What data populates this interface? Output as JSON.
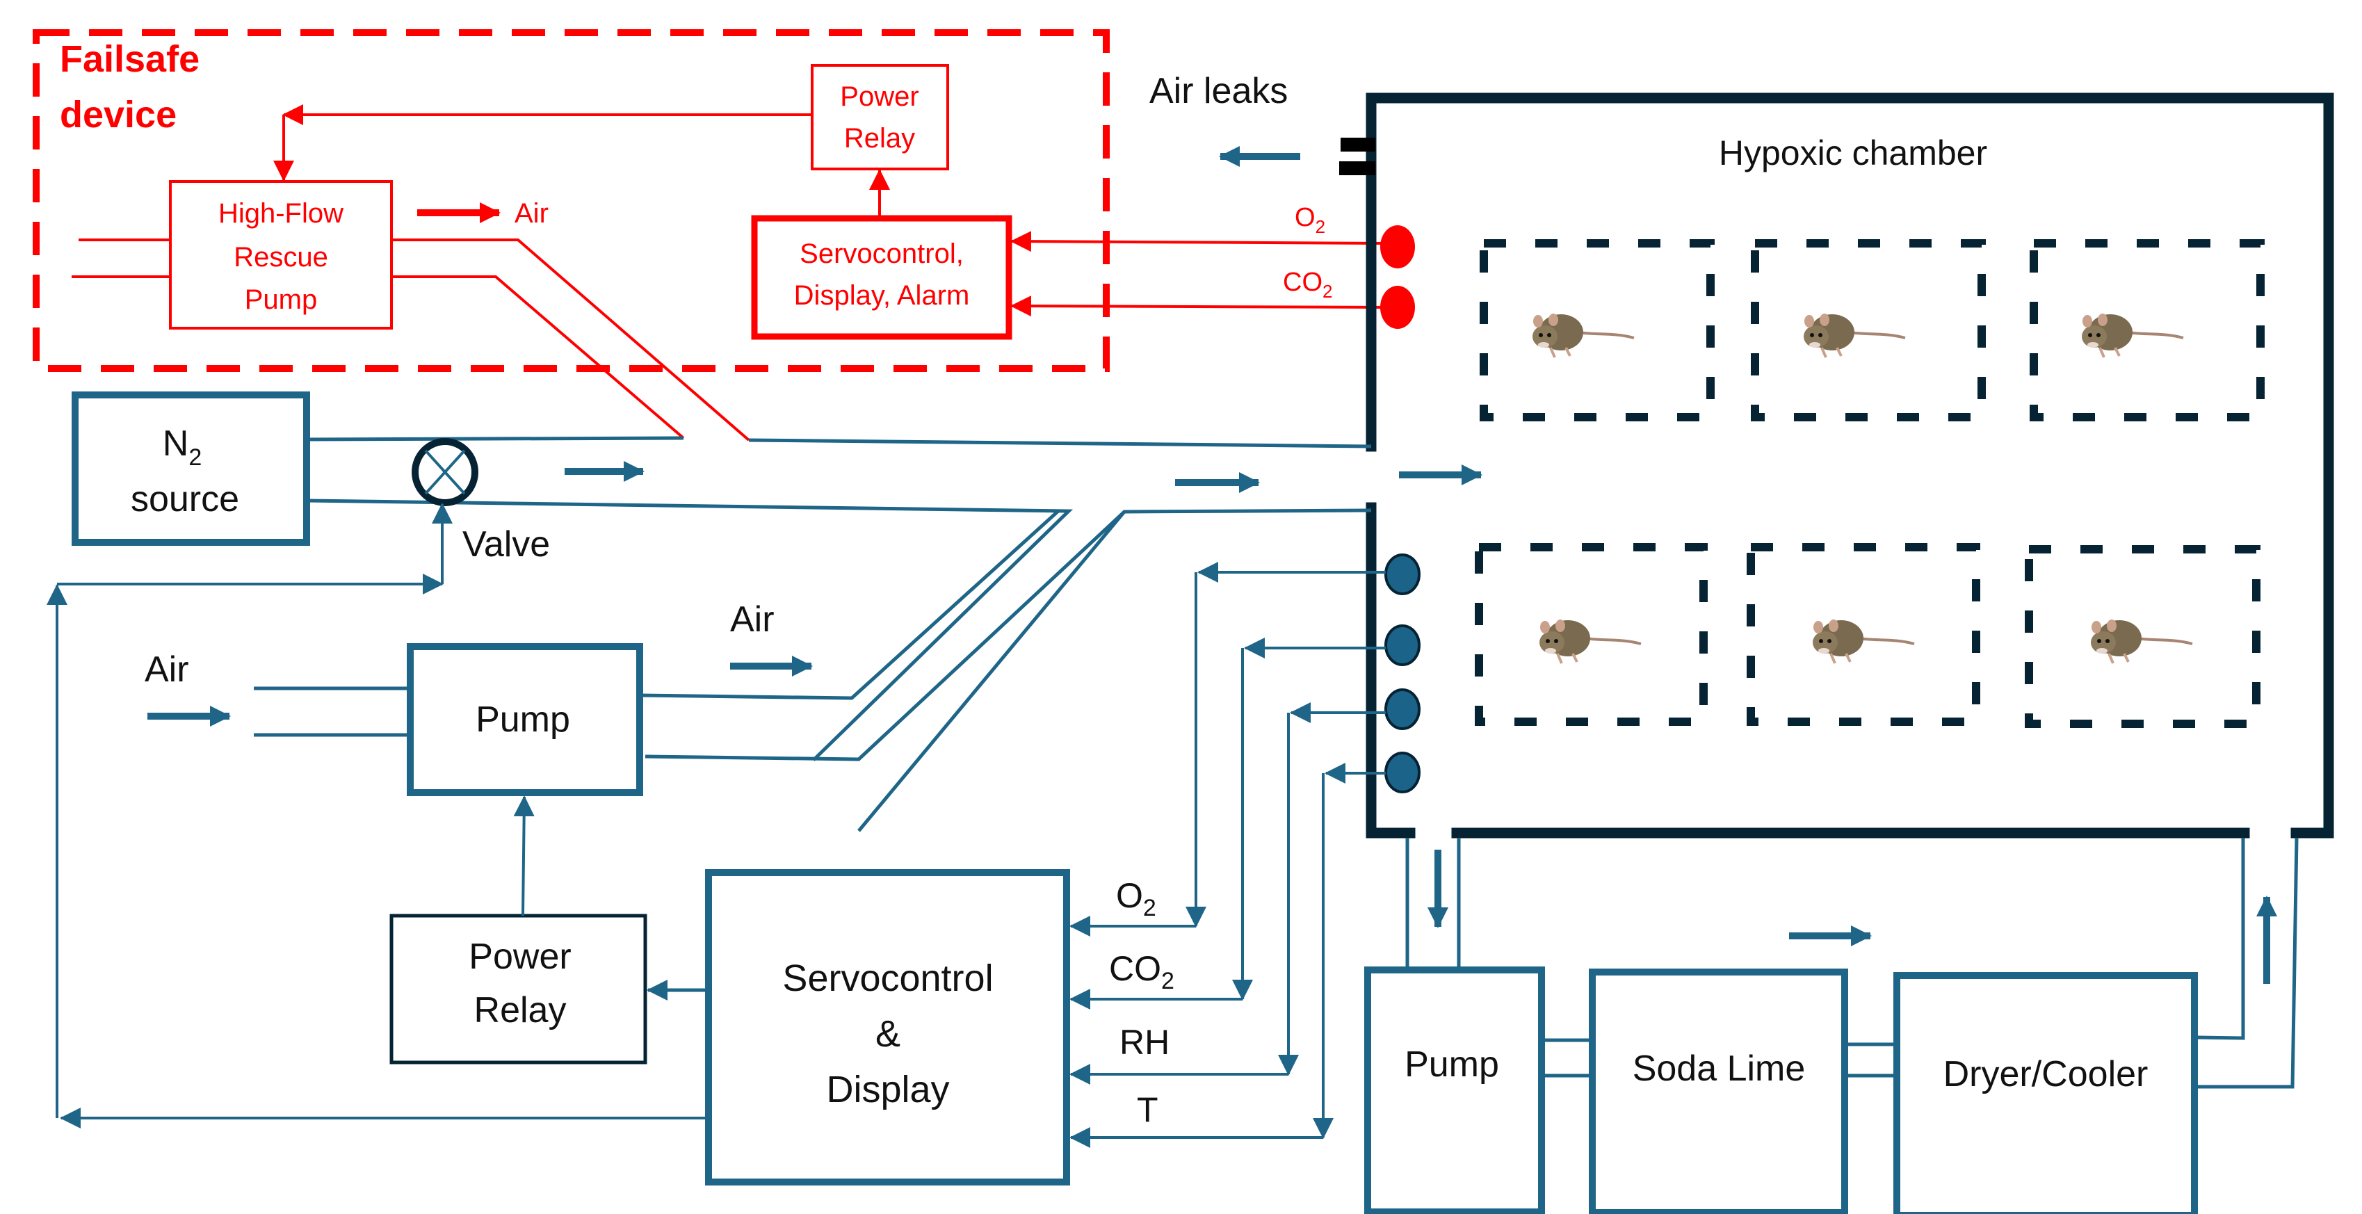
{
  "colors": {
    "blue": "#1e6587",
    "dark": "#062334",
    "red": "#ff0000",
    "text": "#111111",
    "sensor_fill": "#1b6389",
    "mouse_body": "#7a6a4f"
  },
  "failsafe": {
    "title_line1": "Failsafe",
    "title_line2": "device",
    "rescue_pump": [
      "High-Flow",
      "Rescue",
      "Pump"
    ],
    "power_relay": [
      "Power",
      "Relay"
    ],
    "servo": [
      "Servocontrol,",
      "Display, Alarm"
    ],
    "air_label": "Air",
    "o2_label": "O",
    "co2_label": "CO",
    "subscript": "2"
  },
  "chamber": {
    "title": "Hypoxic chamber",
    "air_leaks_label": "Air leaks",
    "cages": 6,
    "mouse_icon": "mouse-icon"
  },
  "n2_source": {
    "line1": "N",
    "sub": "2",
    "line2": "source",
    "valve_label": "Valve"
  },
  "air_pump": {
    "label": "Pump",
    "air_in_label": "Air",
    "air_out_label": "Air"
  },
  "power_relay": [
    "Power",
    "Relay"
  ],
  "servo_display": [
    "Servocontrol",
    "&",
    "Display"
  ],
  "signals": [
    {
      "label": "O",
      "sub": "2"
    },
    {
      "label": "CO",
      "sub": "2"
    },
    {
      "label": "RH",
      "sub": ""
    },
    {
      "label": "T",
      "sub": ""
    }
  ],
  "recirculation": {
    "pump": "Pump",
    "soda_lime": "Soda Lime",
    "dryer": "Dryer/Cooler"
  }
}
